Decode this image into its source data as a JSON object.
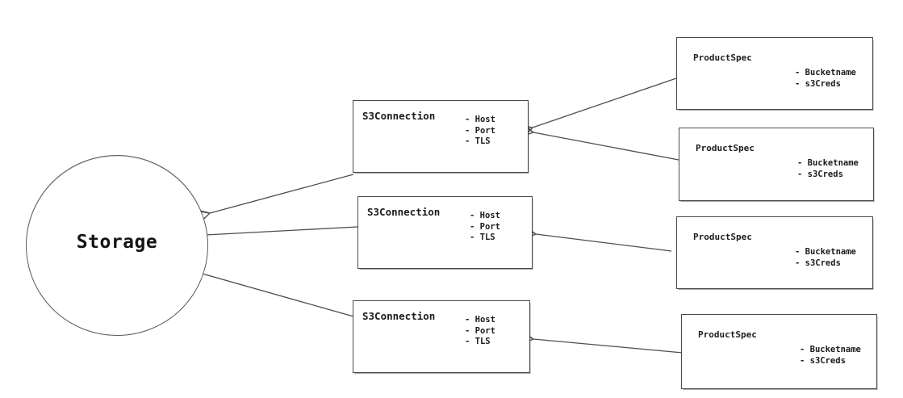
{
  "diagram": {
    "title": "Storage / S3Connection / ProductSpec relationship diagram",
    "background_color": "#ffffff",
    "stroke_color": "#4d4d4d",
    "text_color": "#1c1c1c",
    "storage": {
      "id": "storage",
      "shape": "circle",
      "label": "Storage"
    },
    "s3connections": [
      {
        "id": "s3connection-1",
        "title": "S3Connection",
        "attributes": [
          "- Host",
          "- Port",
          "- TLS"
        ]
      },
      {
        "id": "s3connection-2",
        "title": "S3Connection",
        "attributes": [
          "- Host",
          "- Port",
          "- TLS"
        ]
      },
      {
        "id": "s3connection-3",
        "title": "S3Connection",
        "attributes": [
          "- Host",
          "- Port",
          "- TLS"
        ]
      }
    ],
    "productspecs": [
      {
        "id": "productspec-1",
        "title": "ProductSpec",
        "attributes": [
          "- Bucketname",
          "- s3Creds"
        ]
      },
      {
        "id": "productspec-2",
        "title": "ProductSpec",
        "attributes": [
          "- Bucketname",
          "- s3Creds"
        ]
      },
      {
        "id": "productspec-3",
        "title": "ProductSpec",
        "attributes": [
          "- Bucketname",
          "- s3Creds"
        ]
      },
      {
        "id": "productspec-4",
        "title": "ProductSpec",
        "attributes": [
          "- Bucketname",
          "- s3Creds"
        ]
      }
    ],
    "edges": [
      {
        "from": "productspec-1",
        "to": "s3connection-1",
        "arrowhead": "open"
      },
      {
        "from": "productspec-2",
        "to": "s3connection-1",
        "arrowhead": "open"
      },
      {
        "from": "productspec-3",
        "to": "s3connection-2",
        "arrowhead": "open"
      },
      {
        "from": "productspec-4",
        "to": "s3connection-3",
        "arrowhead": "open"
      },
      {
        "from": "s3connection-1",
        "to": "storage",
        "arrowhead": "open"
      },
      {
        "from": "s3connection-2",
        "to": "storage",
        "arrowhead": "open"
      },
      {
        "from": "s3connection-3",
        "to": "storage",
        "arrowhead": "open"
      }
    ]
  }
}
